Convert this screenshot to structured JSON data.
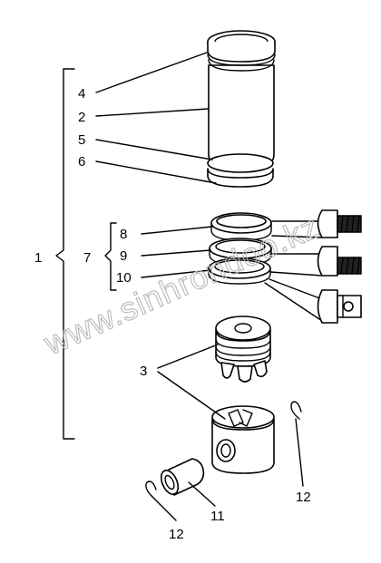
{
  "watermark": "www.sinhrondoo.kz",
  "callouts": {
    "n1": "1",
    "n2": "2",
    "n3": "3",
    "n4": "4",
    "n5": "5",
    "n6": "6",
    "n7": "7",
    "n8": "8",
    "n9": "9",
    "n10": "10",
    "n11": "11",
    "n12a": "12",
    "n12b": "12"
  },
  "parts": {
    "cylinder_liner": "2",
    "liner_top_seal": "4",
    "liner_seal_ring_upper": "5",
    "liner_seal_ring_lower": "6",
    "piston_ring_set": "7",
    "top_compression_ring": "8",
    "second_ring": "9",
    "oil_control_ring": "10",
    "piston_pin": "11",
    "circlip": "12",
    "piston_and_con_rod": "3",
    "cylinder_kit": "1"
  }
}
